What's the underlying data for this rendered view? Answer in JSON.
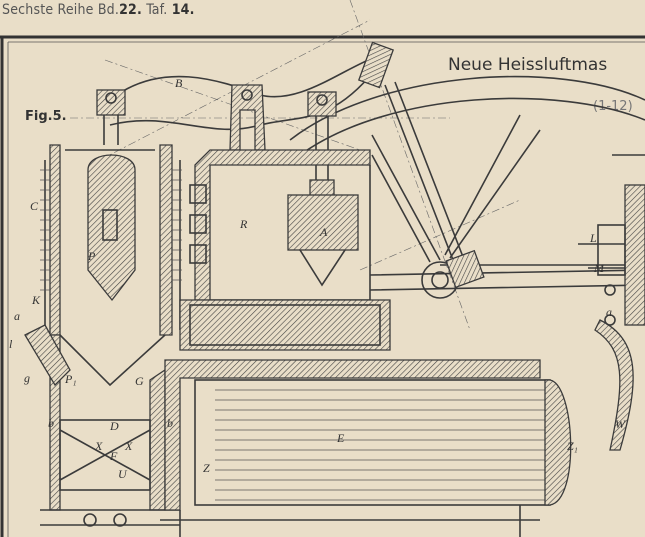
{
  "header": {
    "series": "Sechste Reihe Bd.",
    "volume": "22.",
    "plate": "Taf.",
    "plate_no": "14."
  },
  "title": "Neue Heissluftmas",
  "figure_label": "Fig.5.",
  "scale_note": "(1-12)",
  "labels": {
    "B": "B",
    "R": "R",
    "A": "A",
    "C": "C",
    "P": "P",
    "K": "K",
    "a": "a",
    "l": "l",
    "g": "g",
    "P1": "P₁",
    "G": "G",
    "b_left": "b",
    "b_right": "b",
    "D": "D",
    "X1": "X",
    "X2": "X",
    "F": "F",
    "U": "U",
    "E": "E",
    "Z": "Z",
    "Z1": "Z₁",
    "W": "W",
    "L": "L",
    "M": "M",
    "a_right": "a"
  }
}
